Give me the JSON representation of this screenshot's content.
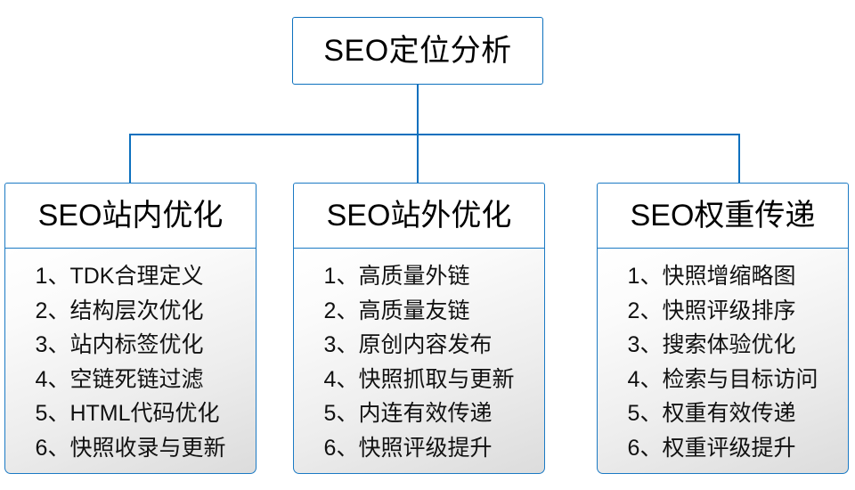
{
  "diagram": {
    "type": "hierarchy-tree",
    "colors": {
      "connector_blue": "#0c70be",
      "box_border_blue": "#1b7ac4",
      "text_black": "#000000",
      "body_gradient_start": "#ffffff",
      "body_gradient_end": "#dcdcdc",
      "page_background": "#ffffff"
    },
    "root": {
      "label": "SEO定位分析"
    },
    "columns": [
      {
        "header": "SEO站内优化",
        "items": [
          "1、TDK合理定义",
          "2、结构层次优化",
          "3、站内标签优化",
          "4、空链死链过滤",
          "5、HTML代码优化",
          "6、快照收录与更新"
        ]
      },
      {
        "header": "SEO站外优化",
        "items": [
          "1、高质量外链",
          "2、高质量友链",
          "3、原创内容发布",
          "4、快照抓取与更新",
          "5、内连有效传递",
          "6、快照评级提升"
        ]
      },
      {
        "header": "SEO权重传递",
        "items": [
          "1、快照增缩略图",
          "2、快照评级排序",
          "3、搜索体验优化",
          "4、检索与目标访问",
          "5、权重有效传递",
          "6、权重评级提升"
        ]
      }
    ]
  }
}
